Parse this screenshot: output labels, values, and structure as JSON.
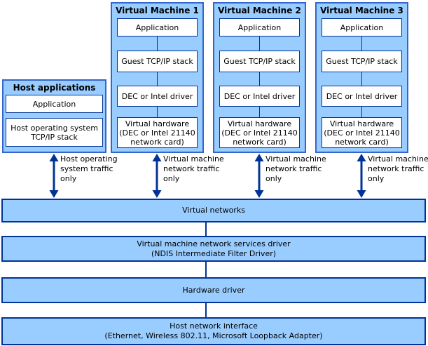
{
  "colors": {
    "panel-fill": "#99CCFF",
    "panel-border": "#3366CC",
    "bar-border": "#003399",
    "inner-border": "#003399",
    "inner-fill": "#FFFFFF",
    "arrow": "#003399",
    "text": "#000000"
  },
  "host_panel": {
    "title": "Host applications",
    "boxes": [
      "Application",
      "Host operating system\nTCP/IP stack"
    ]
  },
  "vm_panels": [
    {
      "title": "Virtual Machine 1",
      "boxes": [
        "Application",
        "Guest TCP/IP stack",
        "DEC or Intel driver",
        "Virtual hardware\n(DEC or Intel 21140\nnetwork card)"
      ]
    },
    {
      "title": "Virtual Machine 2",
      "boxes": [
        "Application",
        "Guest TCP/IP stack",
        "DEC or Intel driver",
        "Virtual hardware\n(DEC or Intel 21140\nnetwork card)"
      ]
    },
    {
      "title": "Virtual Machine 3",
      "boxes": [
        "Application",
        "Guest TCP/IP stack",
        "DEC or Intel driver",
        "Virtual hardware\n(DEC or Intel 21140\nnetwork card)"
      ]
    }
  ],
  "traffic_arrows": [
    {
      "label": "Host operating\nsystem traffic\nonly"
    },
    {
      "label": "Virtual machine\nnetwork traffic\nonly"
    },
    {
      "label": "Virtual machine\nnetwork traffic\nonly"
    },
    {
      "label": "Virtual machine\nnetwork traffic\nonly"
    }
  ],
  "bars": [
    {
      "label": "Virtual networks"
    },
    {
      "label": "Virtual machine network services driver\n(NDIS Intermediate Filter Driver)"
    },
    {
      "label": "Hardware driver"
    },
    {
      "label": "Host network interface\n(Ethernet, Wireless 802.11, Microsoft Loopback Adapter)"
    }
  ]
}
